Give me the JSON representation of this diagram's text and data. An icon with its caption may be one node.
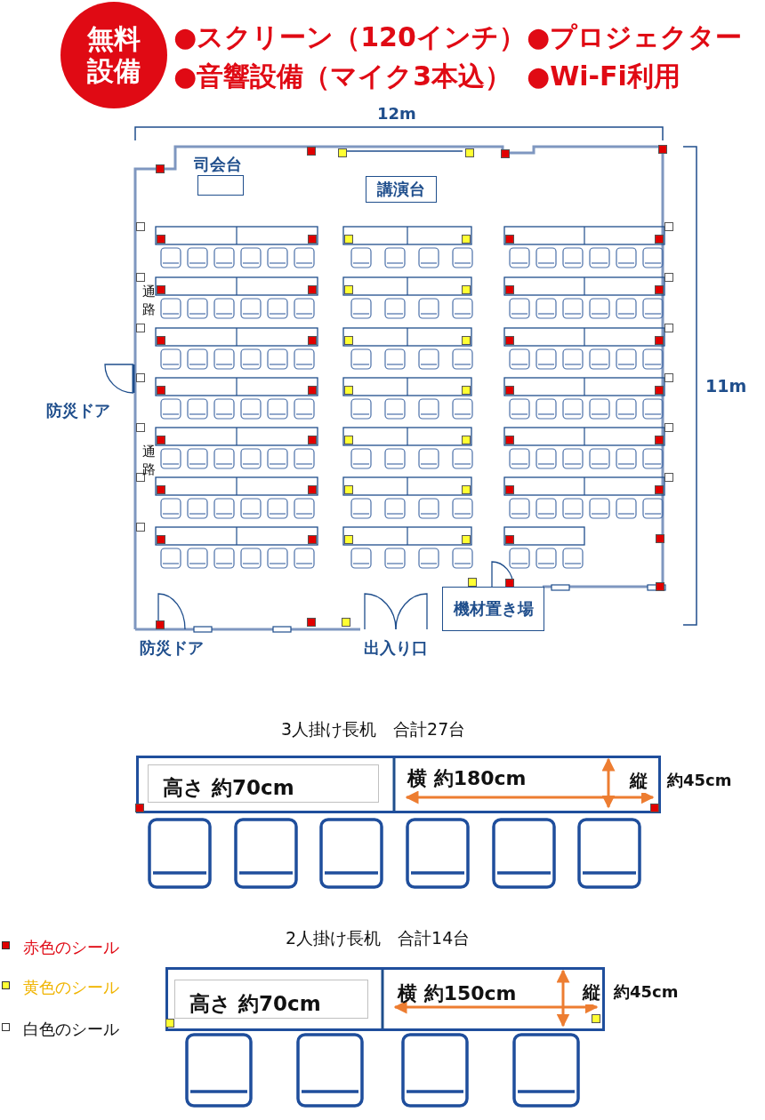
{
  "diagram": {
    "nodes": [
      {
        "text": [
          "無料設備"
        ]
      },
      {
        "text": [
          "司会台"
        ]
      },
      {
        "text": [
          "講演台"
        ]
      },
      {
        "text": [
          "機材置き場"
        ]
      },
      {
        "text": [
          "横 約180cm",
          "縦"
        ],
        "beside": [
          "約45cm"
        ]
      },
      {
        "text": [
          "高さ 約70cm"
        ],
        "in": 4
      },
      {
        "text": [
          "横 約150cm",
          "縦"
        ],
        "beside": [
          "約45cm"
        ]
      },
      {
        "text": [
          "高さ 約70cm"
        ],
        "in": 6
      }
    ],
    "labels": [
      "●スクリーン（120インチ）",
      "●プロジェクター",
      "●音響設備（マイク3本込）",
      "●Wi-Fi利用",
      "12m",
      "通路",
      "11m",
      "防災ドア",
      "通路",
      "防災ドア",
      "出入り口",
      "3人掛け長机　合計27台",
      "2人掛け長机　合計14台"
    ],
    "legend": [
      {
        "text": "赤色のシール",
        "color": "#e00000"
      },
      {
        "text": "黄色のシール",
        "color": "#ffff33"
      },
      {
        "text": "白色のシール",
        "color": "#ffffff"
      }
    ]
  }
}
